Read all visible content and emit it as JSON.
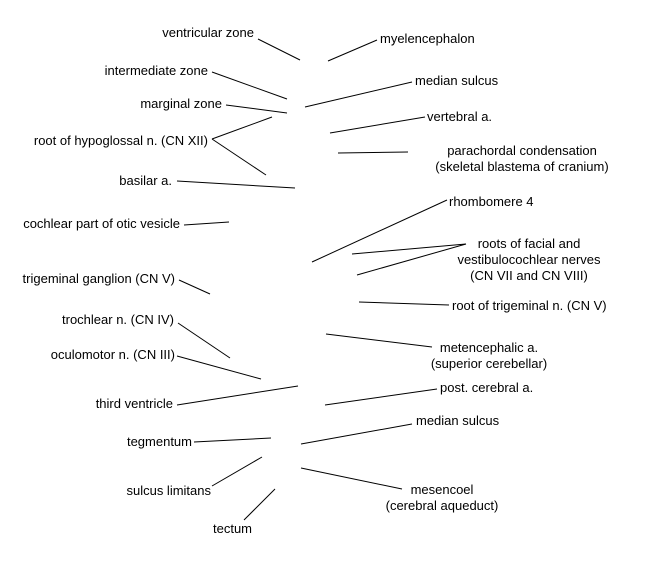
{
  "labels": {
    "ventricular_zone": "ventricular zone",
    "myelencephalon": "myelencephalon",
    "intermediate_zone": "intermediate zone",
    "median_sulcus_upper": "median sulcus",
    "marginal_zone": "marginal zone",
    "vertebral_a": "vertebral a.",
    "root_hypoglossal": "root of hypoglossal n. (CN XII)",
    "parachordal_line1": "parachordal condensation",
    "parachordal_line2": "(skeletal blastema of cranium)",
    "basilar_a": "basilar a.",
    "rhombomere_4": "rhombomere 4",
    "cochlear_otic": "cochlear part of otic vesicle",
    "roots_facial_line1": "roots of facial and",
    "roots_facial_line2": "vestibulocochlear nerves",
    "roots_facial_line3": "(CN VII and CN VIII)",
    "trigeminal_ganglion": "trigeminal ganglion (CN V)",
    "root_trigeminal": "root of trigeminal n. (CN V)",
    "trochlear_n": "trochlear n. (CN IV)",
    "metencephalic_line1": "metencephalic a.",
    "metencephalic_line2": "(superior cerebellar)",
    "oculomotor_n": "oculomotor n. (CN III)",
    "post_cerebral_a": "post. cerebral a.",
    "third_ventricle": "third ventricle",
    "median_sulcus_lower": "median sulcus",
    "tegmentum": "tegmentum",
    "mesencoel_line1": "mesencoel",
    "mesencoel_line2": "(cerebral aqueduct)",
    "sulcus_limitans": "sulcus limitans",
    "tectum": "tectum"
  },
  "colors": {
    "text": "#000000",
    "line": "#000000",
    "background": "#ffffff"
  }
}
